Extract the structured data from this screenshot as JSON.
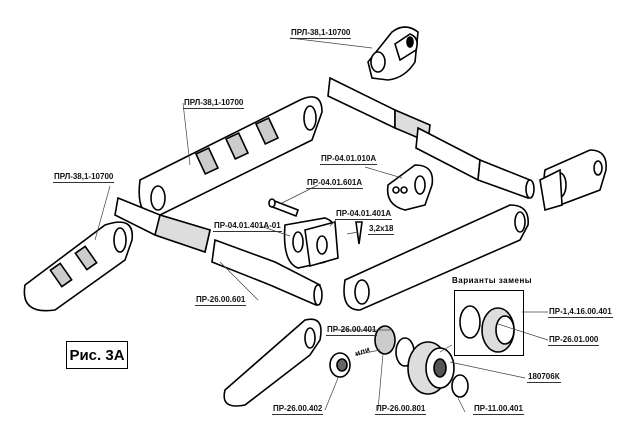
{
  "figure": {
    "title": "Рис. 3А",
    "variants_title": "Варианты замены"
  },
  "labels": {
    "prl_top_right": "ПРЛ-38,1-10700",
    "prl_middle": "ПРЛ-38,1-10700",
    "prl_left": "ПРЛ-38,1-10700",
    "pr_04_01_010a": "ПР-04.01.010А",
    "pr_04_01_601a": "ПР-04.01.601А",
    "pr_04_01_401a": "ПР-04.01.401А",
    "cotter_size": "3,2х18",
    "pr_04_01_401a_01": "ПР-04.01.401А-01",
    "pr_26_00_601": "ПР-26.00.601",
    "pr_1_4_16_00_401": "ПР-1,4.16.00.401",
    "pr_26_01_000": "ПР-26.01.000",
    "pr_26_00_401": "ПР-26.00.401",
    "bearing_180706k": "180706К",
    "or_text": "или",
    "pr_26_00_402": "ПР-26.00.402",
    "pr_26_00_801": "ПР-26.00.801",
    "pr_11_00_401": "ПР-11.00.401"
  }
}
